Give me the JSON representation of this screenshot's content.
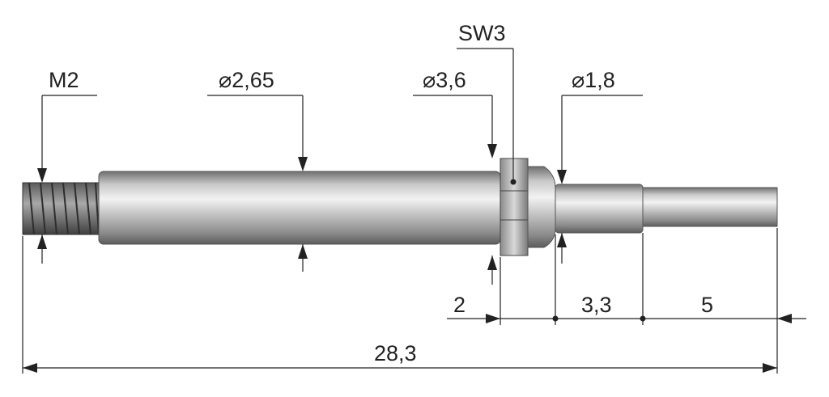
{
  "labels": {
    "thread": "M2",
    "shaft_diameter": "2,65",
    "collar_diameter": "3,6",
    "hex_size": "SW3",
    "tip_diameter": "1,8"
  },
  "dimensions": {
    "collar_length": "2",
    "step_length": "3,3",
    "tip_length": "5",
    "overall_length": "28,3"
  },
  "symbols": {
    "diameter": "⌀"
  }
}
